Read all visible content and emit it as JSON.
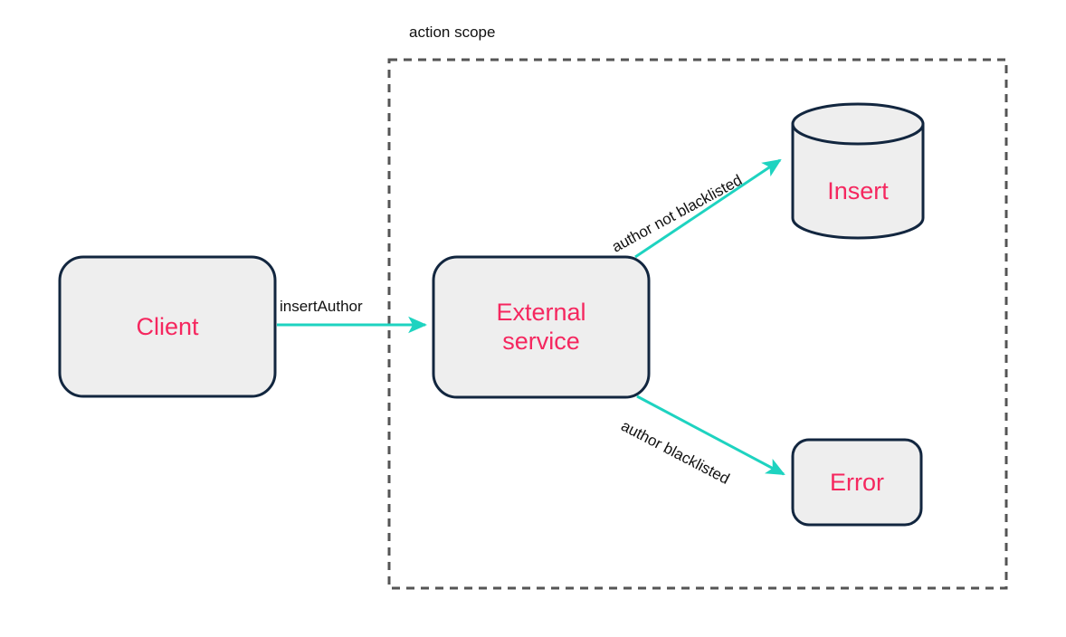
{
  "diagram": {
    "type": "flow-diagram",
    "background_color": "#ffffff",
    "node_fill": "#eeeeee",
    "node_stroke": "#12263f",
    "node_text_color": "#f5275f",
    "edge_color": "#1ed3c0",
    "boundary_color": "#555555",
    "label_color": "#111111",
    "scope": {
      "label": "action scope"
    },
    "nodes": [
      {
        "id": "client",
        "label": "Client",
        "shape": "rounded-rect",
        "inside_scope": false
      },
      {
        "id": "external-service",
        "label": "External\nservice",
        "shape": "rounded-rect",
        "inside_scope": true
      },
      {
        "id": "insert",
        "label": "Insert",
        "shape": "cylinder",
        "inside_scope": true
      },
      {
        "id": "error",
        "label": "Error",
        "shape": "rounded-rect",
        "inside_scope": true
      }
    ],
    "edges": [
      {
        "id": "client-to-service",
        "from": "client",
        "to": "external-service",
        "label": "insertAuthor",
        "direction": "right"
      },
      {
        "id": "service-to-insert",
        "from": "external-service",
        "to": "insert",
        "label": "author not blacklisted",
        "direction": "up-right"
      },
      {
        "id": "service-to-error",
        "from": "external-service",
        "to": "error",
        "label": "author blacklisted",
        "direction": "down-right"
      }
    ]
  }
}
